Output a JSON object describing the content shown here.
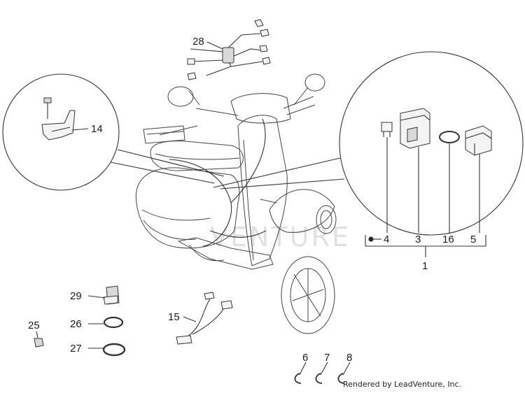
{
  "callouts": {
    "c1": "1",
    "c3": "3",
    "c4": "4",
    "c5": "5",
    "c6": "6",
    "c7": "7",
    "c8": "8",
    "c14": "14",
    "c15": "15",
    "c16": "16",
    "c25": "25",
    "c26": "26",
    "c27": "27",
    "c28": "28",
    "c29": "29"
  },
  "credit": "Rendered by LeadVenture, Inc.",
  "watermark": "VENTURE",
  "colors": {
    "ink": "#333333",
    "background": "#ffffff"
  }
}
